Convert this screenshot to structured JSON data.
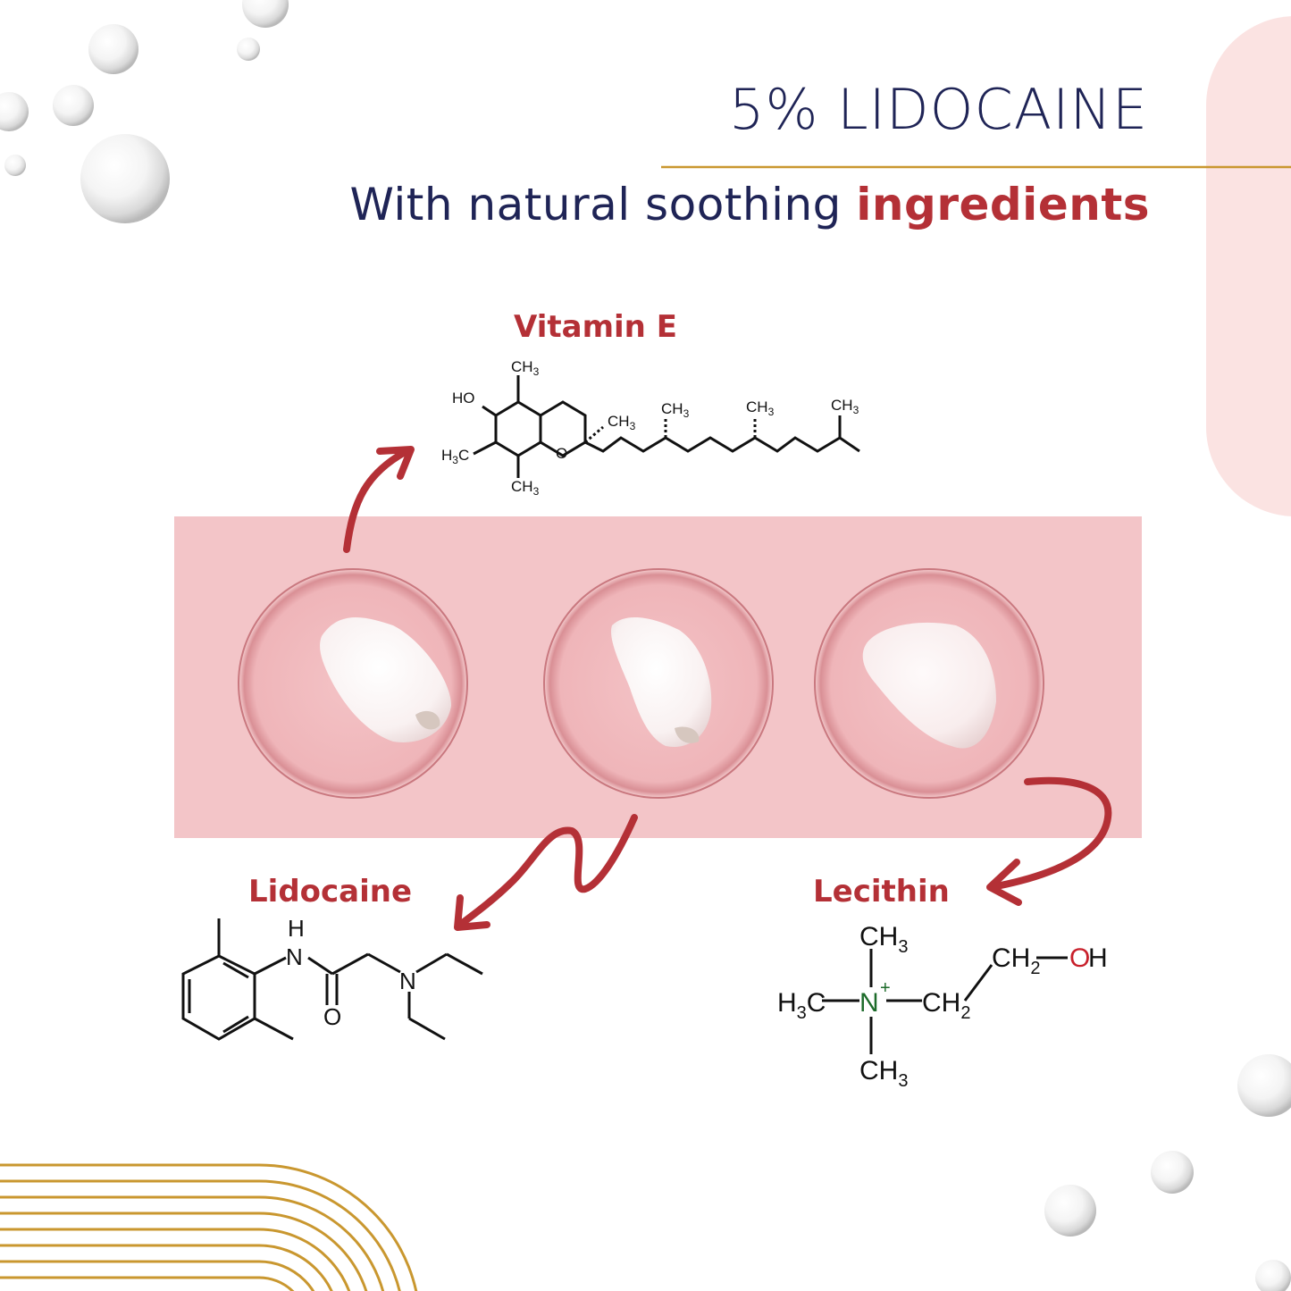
{
  "heading": "5% LIDOCAINE",
  "subheading": {
    "prefix": "With natural soothing ",
    "accent": "ingredients"
  },
  "ingredients": {
    "vitamin_e": {
      "label": "Vitamin E",
      "formula": {
        "ho": "HO",
        "ch3": "CH",
        "sub3": "3",
        "h3c_h": "H",
        "h3c_c": "C",
        "o": "O"
      }
    },
    "lidocaine": {
      "label": "Lidocaine",
      "formula": {
        "h": "H",
        "n": "N",
        "o": "O"
      }
    },
    "lecithin": {
      "label": "Lecithin",
      "formula": {
        "ch": "CH",
        "sub3": "3",
        "sub2": "2",
        "h3c_h": "H",
        "h3c_c": "C",
        "n": "N",
        "plus": "+",
        "o": "O",
        "oh_h": "H"
      }
    }
  },
  "colors": {
    "navy": "#1f2456",
    "accent_red": "#b43036",
    "gold": "#c9972f",
    "pink_panel": "#f3c5c8",
    "pink_blob": "#fbe3e2"
  }
}
